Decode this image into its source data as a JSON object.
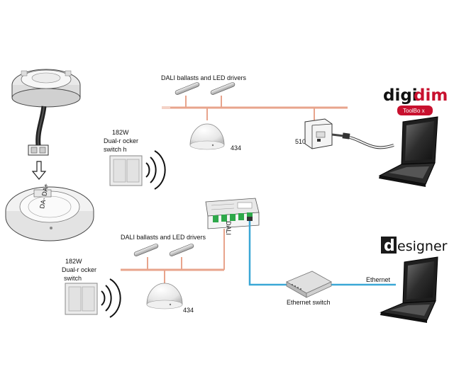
{
  "labels": {
    "dali_top": "DALI ballasts and LED drivers",
    "dali_bottom": "DALI ballasts and LED drivers",
    "sensor_top": "434",
    "sensor_bottom": "434",
    "switch_top_line1": "182W",
    "switch_top_line2": "Dual-r ocker",
    "switch_top_line3": "switch h",
    "switch_bottom_line1": "182W",
    "switch_bottom_line2": "Dual-r ocker",
    "switch_bottom_line3": "switch",
    "interface": "510",
    "bus_label": "DALI",
    "ethernet_switch": "Ethernet switch",
    "ethernet": "Ethernet",
    "sensor_terminal": "DA- DA+"
  },
  "brands": {
    "digidim_prefix": "digi",
    "digidim_suffix": "dim",
    "toolbox": "ToolBo x",
    "designer_letter": "d",
    "designer_rest": "esigner"
  },
  "colors": {
    "dali_bus": "#e8a48c",
    "ethernet_cable": "#3aa7d6",
    "digidim_red": "#c8102e",
    "laptop_dark": "#2a2a2a"
  }
}
